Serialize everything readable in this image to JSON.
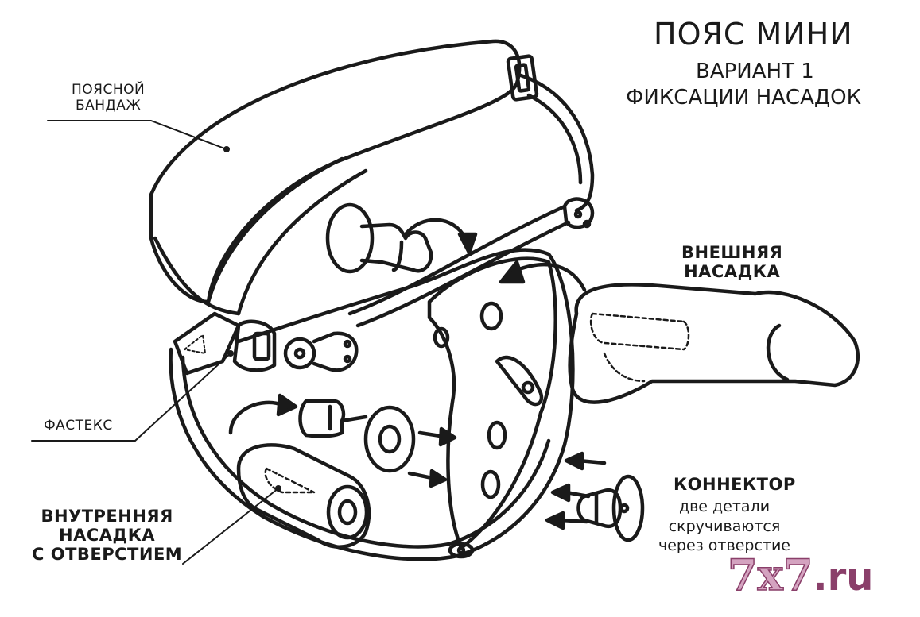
{
  "title": "ПОЯС МИНИ",
  "subtitle_line1": "ВАРИАНТ 1",
  "subtitle_line2": "ФИКСАЦИИ НАСАДОК",
  "labels": {
    "waist_band": [
      "ПОЯСНОЙ",
      "БАНДАЖ"
    ],
    "fastex": "ФАСТЕКС",
    "outer_attachment": [
      "ВНЕШНЯЯ",
      "НАСАДКА"
    ],
    "connector_title": "КОННЕКТОР",
    "connector_note": [
      "две детали",
      "скручиваются",
      "через отверстие"
    ],
    "inner_attachment": [
      "ВНУТРЕННЯЯ",
      "НАСАДКА",
      "С ОТВЕРСТИЕМ"
    ]
  },
  "watermark": {
    "main": "7x7",
    "suffix": ".ru"
  },
  "colors": {
    "ink": "#1a1a1a",
    "watermark_fill": "#d4a3c0",
    "watermark_stroke": "#8a3f6a"
  }
}
